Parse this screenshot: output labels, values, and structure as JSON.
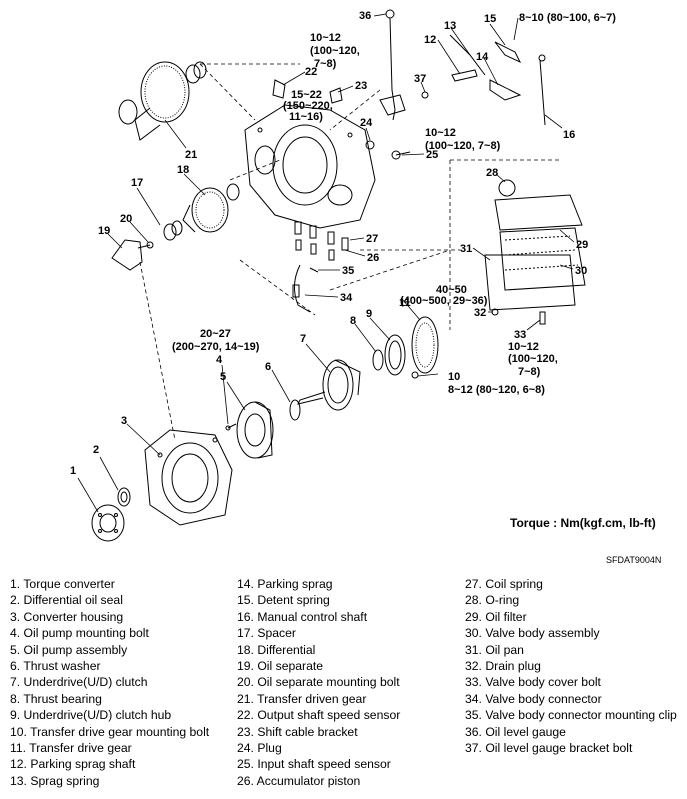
{
  "diagram": {
    "callouts": [
      {
        "id": "c1",
        "text": "1"
      },
      {
        "id": "c2",
        "text": "2"
      },
      {
        "id": "c3",
        "text": "3"
      },
      {
        "id": "c4",
        "text": "4"
      },
      {
        "id": "c5",
        "text": "5"
      },
      {
        "id": "c6",
        "text": "6"
      },
      {
        "id": "c7",
        "text": "7"
      },
      {
        "id": "c8",
        "text": "8"
      },
      {
        "id": "c9",
        "text": "9"
      },
      {
        "id": "c10",
        "text": "10"
      },
      {
        "id": "c11",
        "text": "11"
      },
      {
        "id": "c12",
        "text": "12"
      },
      {
        "id": "c13",
        "text": "13"
      },
      {
        "id": "c14",
        "text": "14"
      },
      {
        "id": "c15",
        "text": "15"
      },
      {
        "id": "c16",
        "text": "16"
      },
      {
        "id": "c17",
        "text": "17"
      },
      {
        "id": "c18",
        "text": "18"
      },
      {
        "id": "c19",
        "text": "19"
      },
      {
        "id": "c20",
        "text": "20"
      },
      {
        "id": "c21",
        "text": "21"
      },
      {
        "id": "c22",
        "text": "22"
      },
      {
        "id": "c23",
        "text": "23"
      },
      {
        "id": "c24",
        "text": "24"
      },
      {
        "id": "c25",
        "text": "25"
      },
      {
        "id": "c26",
        "text": "26"
      },
      {
        "id": "c27",
        "text": "27"
      },
      {
        "id": "c28",
        "text": "28"
      },
      {
        "id": "c29",
        "text": "29"
      },
      {
        "id": "c30",
        "text": "30"
      },
      {
        "id": "c31",
        "text": "31"
      },
      {
        "id": "c32",
        "text": "32"
      },
      {
        "id": "c33",
        "text": "33"
      },
      {
        "id": "c34",
        "text": "34"
      },
      {
        "id": "c35",
        "text": "35"
      },
      {
        "id": "c36",
        "text": "36"
      },
      {
        "id": "c37",
        "text": "37"
      }
    ],
    "torque_specs": [
      {
        "id": "t_8_10",
        "lines": [
          "8~10 (80~100, 6~7)"
        ]
      },
      {
        "id": "t_top_10_12",
        "lines": [
          "10~12",
          "(100~120,",
          "7~8)"
        ]
      },
      {
        "id": "t_15_22",
        "lines": [
          "15~22",
          "(150~220,",
          "11~16)"
        ]
      },
      {
        "id": "t_mid_10_12",
        "lines": [
          "10~12",
          "(100~120, 7~8)"
        ]
      },
      {
        "id": "t_20_27",
        "lines": [
          "20~27",
          "(200~270, 14~19)"
        ]
      },
      {
        "id": "t_40_50",
        "lines": [
          "40~50",
          "(400~500, 29~36)"
        ]
      },
      {
        "id": "t_bot_10_12",
        "lines": [
          "10~12",
          "(100~120,",
          "7~8)"
        ]
      },
      {
        "id": "t_8_12",
        "lines": [
          "8~12 (80~120, 6~8)"
        ]
      }
    ],
    "torque_note": "Torque : Nm(kgf.cm, lb-ft)",
    "figure_code": "SFDAT9004N"
  },
  "legend": {
    "col1": [
      "1.  Torque converter",
      "2.  Differential oil seal",
      "3.  Converter housing",
      "4.  Oil pump mounting bolt",
      "5.  Oil pump assembly",
      "6.  Thrust washer",
      "7.  Underdrive(U/D) clutch",
      "8.  Thrust bearing",
      "9.  Underdrive(U/D) clutch hub",
      "10.  Transfer drive gear mounting bolt",
      "11.  Transfer drive gear",
      "12.  Parking sprag shaft",
      "13.  Sprag spring"
    ],
    "col2": [
      "14.  Parking sprag",
      "15.  Detent spring",
      "16.  Manual control shaft",
      "17.  Spacer",
      "18.  Differential",
      "19.  Oil separate",
      "20.  Oil separate mounting bolt",
      "21.  Transfer driven gear",
      "22.  Output shaft speed sensor",
      "23.  Shift cable bracket",
      "24.  Plug",
      "25.  Input shaft speed sensor",
      "26.  Accumulator piston"
    ],
    "col3": [
      "27.  Coil spring",
      "28.  O-ring",
      "29.  Oil filter",
      "30.  Valve body assembly",
      "31.  Oil pan",
      "32.  Drain plug",
      "33.  Valve body cover bolt",
      "34.  Valve body connector",
      "35.  Valve body connector mounting clip",
      "36.  Oil level gauge",
      "37.  Oil level gauge bracket bolt"
    ]
  }
}
